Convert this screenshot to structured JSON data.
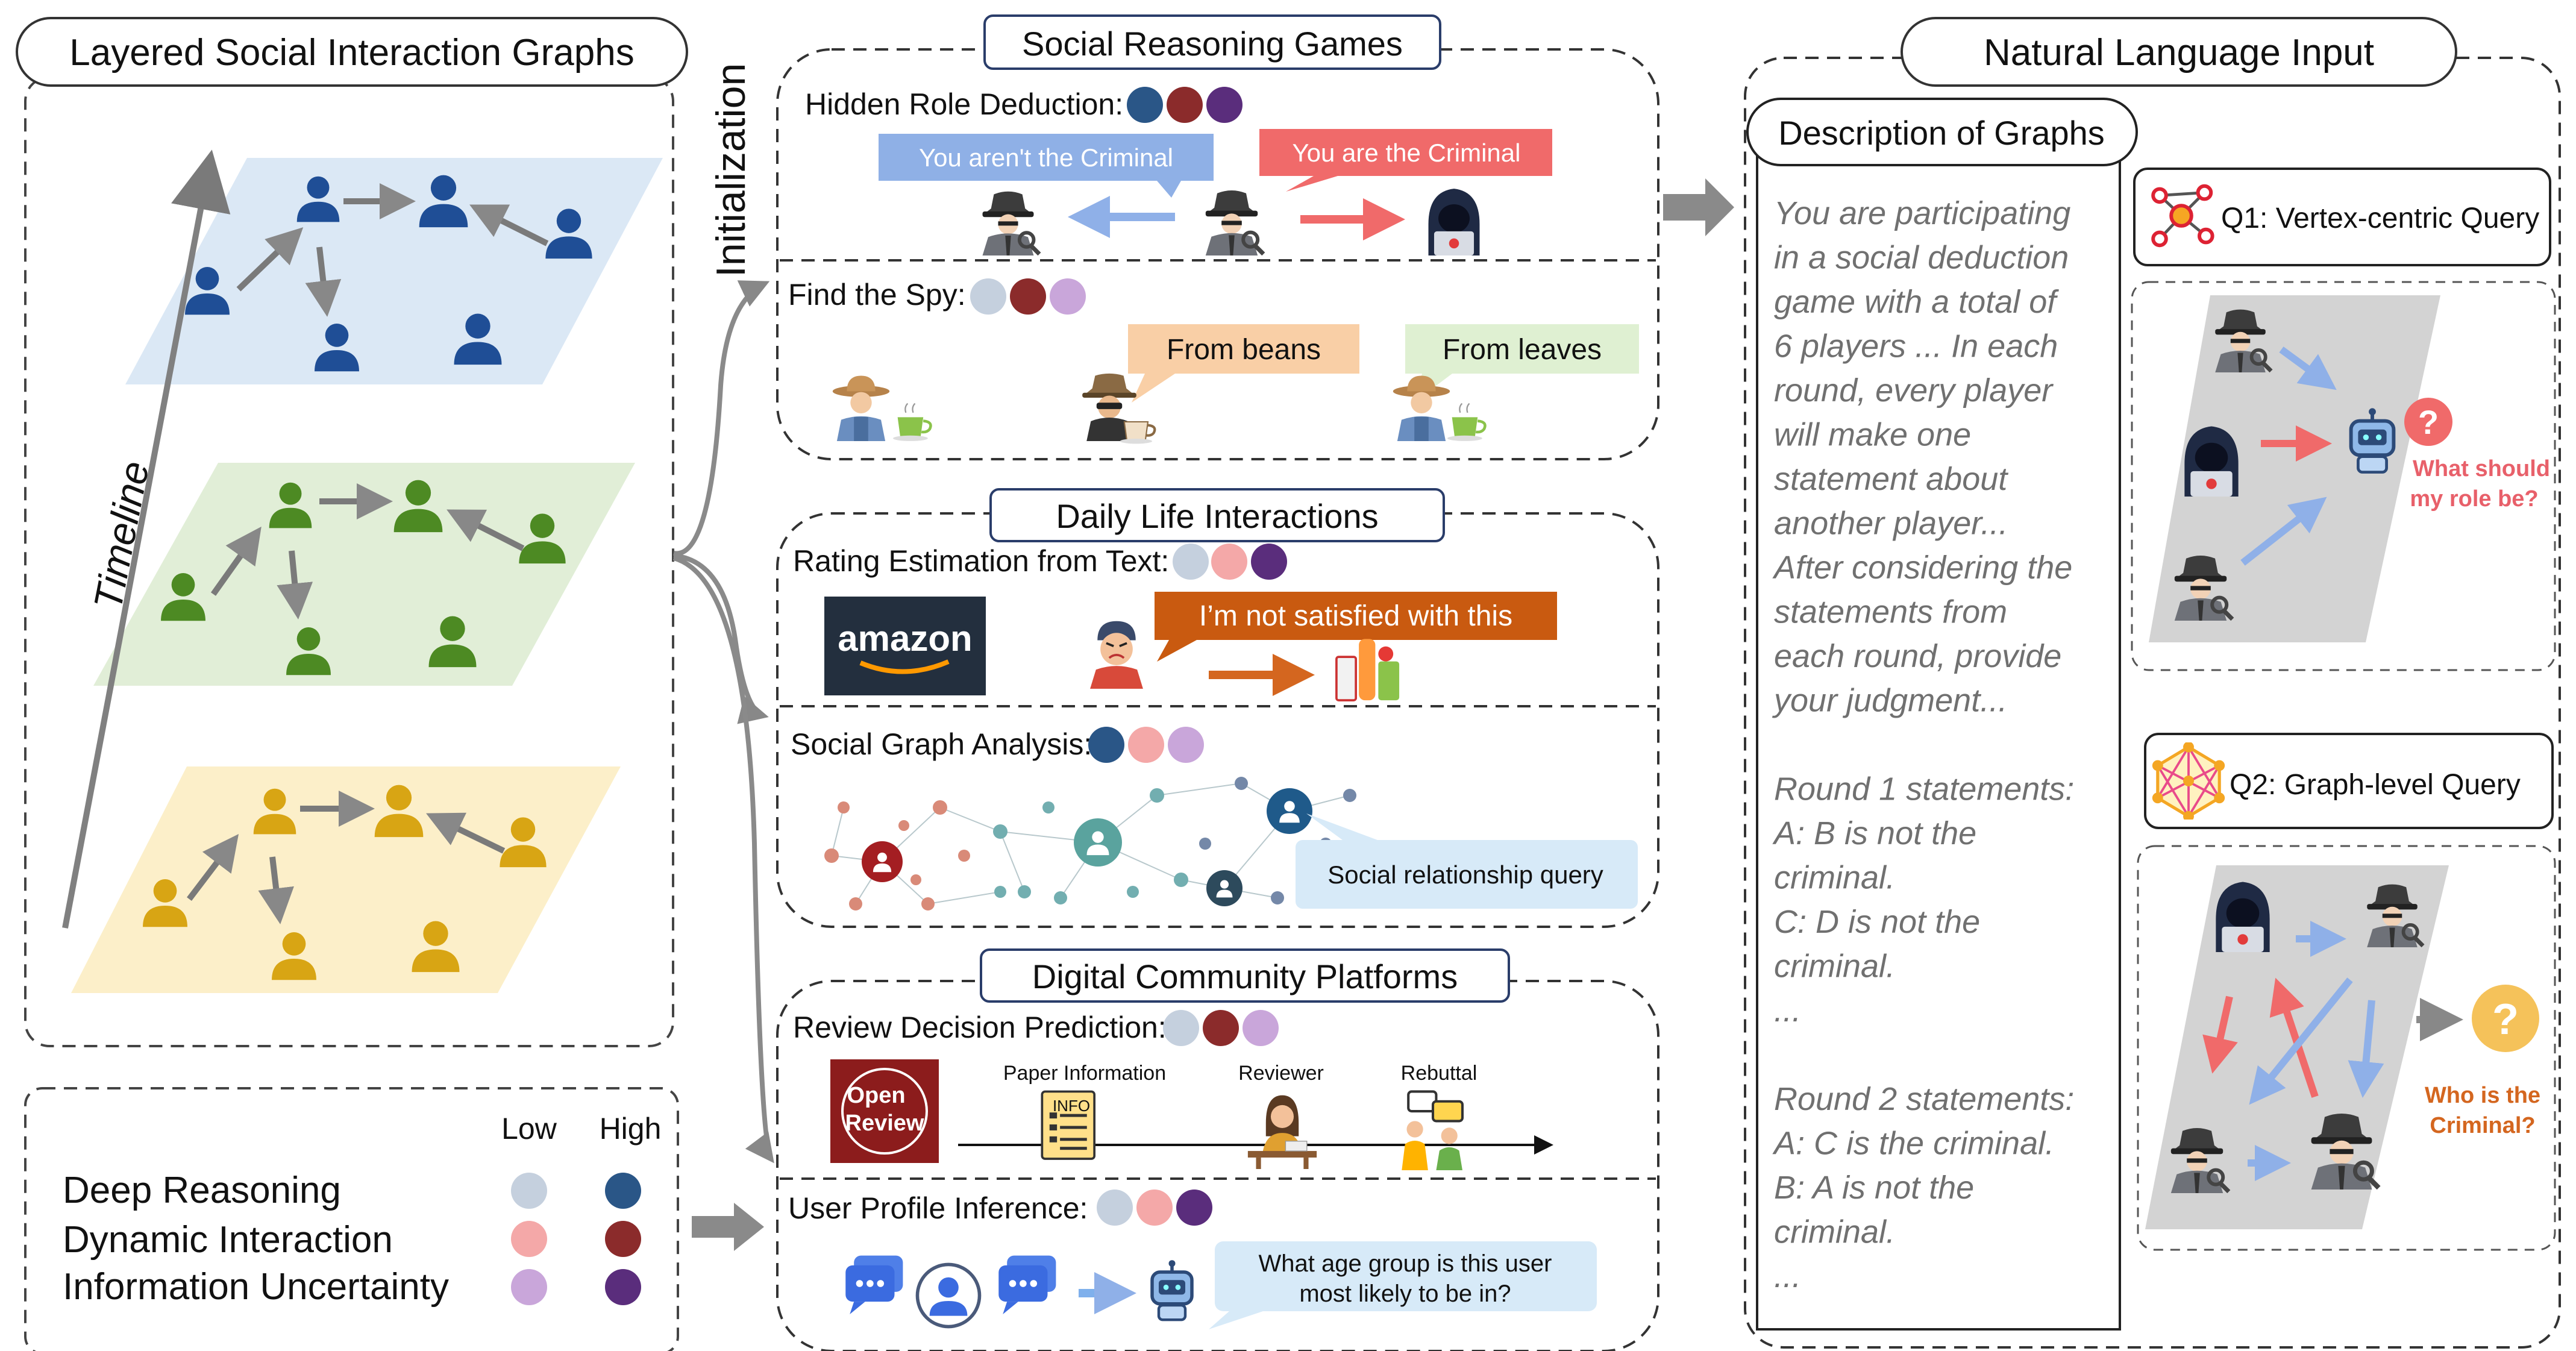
{
  "left_panel": {
    "title": "Layered Social Interaction Graphs",
    "timeline_label": "Timeline",
    "layer_colors": [
      "#dbe8f5",
      "#e1eed7",
      "#fcefc9"
    ],
    "node_colors": [
      "#1f4e96",
      "#4d8a23",
      "#d8a514"
    ]
  },
  "legend": {
    "low_label": "Low",
    "high_label": "High",
    "rows": [
      {
        "label": "Deep Reasoning",
        "low": "#c5d0de",
        "high": "#2a5687"
      },
      {
        "label": "Dynamic Interaction",
        "low": "#f4a8a8",
        "high": "#8b2b2b"
      },
      {
        "label": "Information Uncertainty",
        "low": "#c9a6da",
        "high": "#5a2d7c"
      }
    ]
  },
  "init_label": "Initialization",
  "sections": {
    "social_reasoning": {
      "title": "Social Reasoning Games",
      "hidden_role": {
        "label": "Hidden Role Deduction:",
        "bubble_left": "You aren't the Criminal",
        "bubble_right": "You are the Criminal",
        "dots": [
          "#2a5687",
          "#8b2b2b",
          "#5a2d7c"
        ]
      },
      "find_spy": {
        "label": "Find the Spy:",
        "bubble_mid": "From beans",
        "bubble_right": "From leaves",
        "dots": [
          "#c5d0de",
          "#8b2b2b",
          "#c9a6da"
        ]
      }
    },
    "daily_life": {
      "title": "Daily Life Interactions",
      "rating": {
        "label": "Rating Estimation from Text:",
        "brand": "amazon",
        "bubble": "I’m not satisfied with this",
        "dots": [
          "#c5d0de",
          "#f4a8a8",
          "#5a2d7c"
        ]
      },
      "graph_analysis": {
        "label": "Social Graph Analysis:",
        "bubble": "Social relationship query",
        "dots": [
          "#2a5687",
          "#f4a8a8",
          "#c9a6da"
        ]
      }
    },
    "digital_community": {
      "title": "Digital Community Platforms",
      "review": {
        "label": "Review Decision Prediction:",
        "logo_line1": "Open",
        "logo_line2": "Review",
        "info_tag": "INFO",
        "steps": [
          "Paper Information",
          "Reviewer",
          "Rebuttal"
        ],
        "dots": [
          "#c5d0de",
          "#8b2b2b",
          "#c9a6da"
        ]
      },
      "profile": {
        "label": "User Profile Inference:",
        "bubble_line1": "What age group is this user",
        "bubble_line2": "most likely to be in?",
        "dots": [
          "#c5d0de",
          "#f4a8a8",
          "#5a2d7c"
        ]
      }
    }
  },
  "right_panel": {
    "title": "Natural Language Input",
    "description_title": "Description of Graphs",
    "description_lines": [
      "You are participating",
      "in a social deduction",
      "game with a total of",
      "6 players ... In each",
      "round, every player",
      "will make one",
      "statement about",
      "another player...",
      "After considering the",
      "statements from",
      "each round,  provide",
      "your judgment...",
      "",
      "Round 1 statements:",
      "A: B is not the",
      "criminal.",
      "C: D is not the",
      "criminal.",
      "...",
      "",
      "Round 2 statements:",
      "A: C is the criminal.",
      "B: A is not the",
      "criminal.",
      "..."
    ],
    "q1": {
      "label": "Q1: Vertex-centric Query",
      "question_line1": "What should",
      "question_line2": "my role be?",
      "question_mark": "?"
    },
    "q2": {
      "label": "Q2: Graph-level Query",
      "question_line1": "Who is the",
      "question_line2": "Criminal?",
      "question_mark": "?"
    }
  }
}
